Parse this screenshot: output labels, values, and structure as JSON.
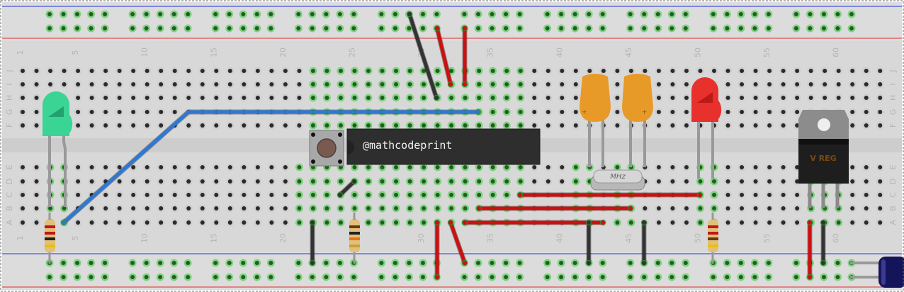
{
  "board": {
    "row_letters_top": [
      "J",
      "I",
      "H",
      "G",
      "F"
    ],
    "row_letters_bottom": [
      "E",
      "D",
      "C",
      "B",
      "A"
    ],
    "column_numbers": [
      "1",
      "5",
      "10",
      "15",
      "20",
      "25",
      "30",
      "35",
      "40",
      "45",
      "50",
      "55",
      "60"
    ]
  },
  "components": {
    "ic_label": "@mathcodeprint",
    "crystal_label": "MHz",
    "regulator_label": "V REG"
  },
  "colors": {
    "board": "#dcdcdc",
    "wire_red": "#cc1010",
    "wire_black": "#333333",
    "wire_blue": "#2f78d0",
    "led_green": "#3ad494",
    "led_red": "#e8302c",
    "capacitor": "#e89a28"
  }
}
